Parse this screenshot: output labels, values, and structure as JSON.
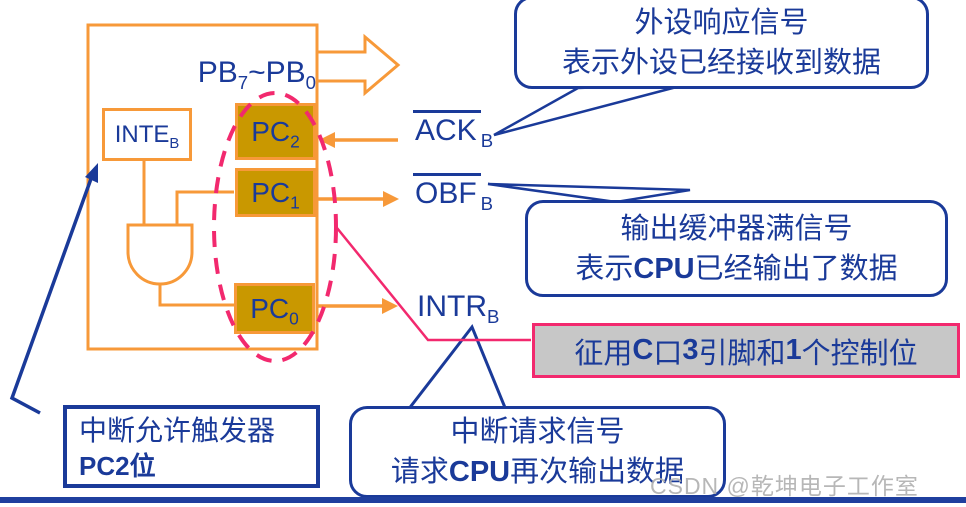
{
  "colors": {
    "orange": "#F79939",
    "navy": "#1A3A99",
    "pink": "#F2296E",
    "port_fill": "#C99800",
    "highlight_fill": "#C7C7C7",
    "bottom_bar": "#1F3F9E",
    "watermark_gray": "#B0B0B0"
  },
  "chip": {
    "pb": {
      "t1": "PB",
      "s1": "7",
      "tilde": "~",
      "t2": "PB",
      "s2": "0"
    },
    "inte": {
      "t": "INTE",
      "s": "B"
    },
    "pc2": {
      "t": "PC",
      "s": "2"
    },
    "pc1": {
      "t": "PC",
      "s": "1"
    },
    "pc0": {
      "t": "PC",
      "s": "0"
    }
  },
  "signals": {
    "ack": {
      "t": "ACK",
      "s": "B"
    },
    "obf": {
      "t": "OBF",
      "s": "B"
    },
    "intr": {
      "t": "INTR",
      "s": "B"
    }
  },
  "callouts": {
    "ack_note": {
      "line1": "外设响应信号",
      "line2": "表示外设已经接收到数据"
    },
    "obf_note": {
      "line1": "输出缓冲器满信号",
      "line2_pre": "表示",
      "line2_bold": "CPU",
      "line2_post": "已经输出了数据"
    },
    "intr_note": {
      "line1": "中断请求信号",
      "line2_pre": "请求",
      "line2_bold": "CPU",
      "line2_post": "再次输出数据"
    },
    "inte_note": {
      "line1": "中断允许触发器",
      "line2_bold": "PC2",
      "line2_post": "位"
    },
    "highlight": {
      "seg1": "征用",
      "seg2": "C",
      "seg3": "口",
      "seg4": "3",
      "seg5": "引脚和",
      "seg6": "1",
      "seg7": "个控制位"
    }
  },
  "watermark": "CSDN @乾坤电子工作室"
}
